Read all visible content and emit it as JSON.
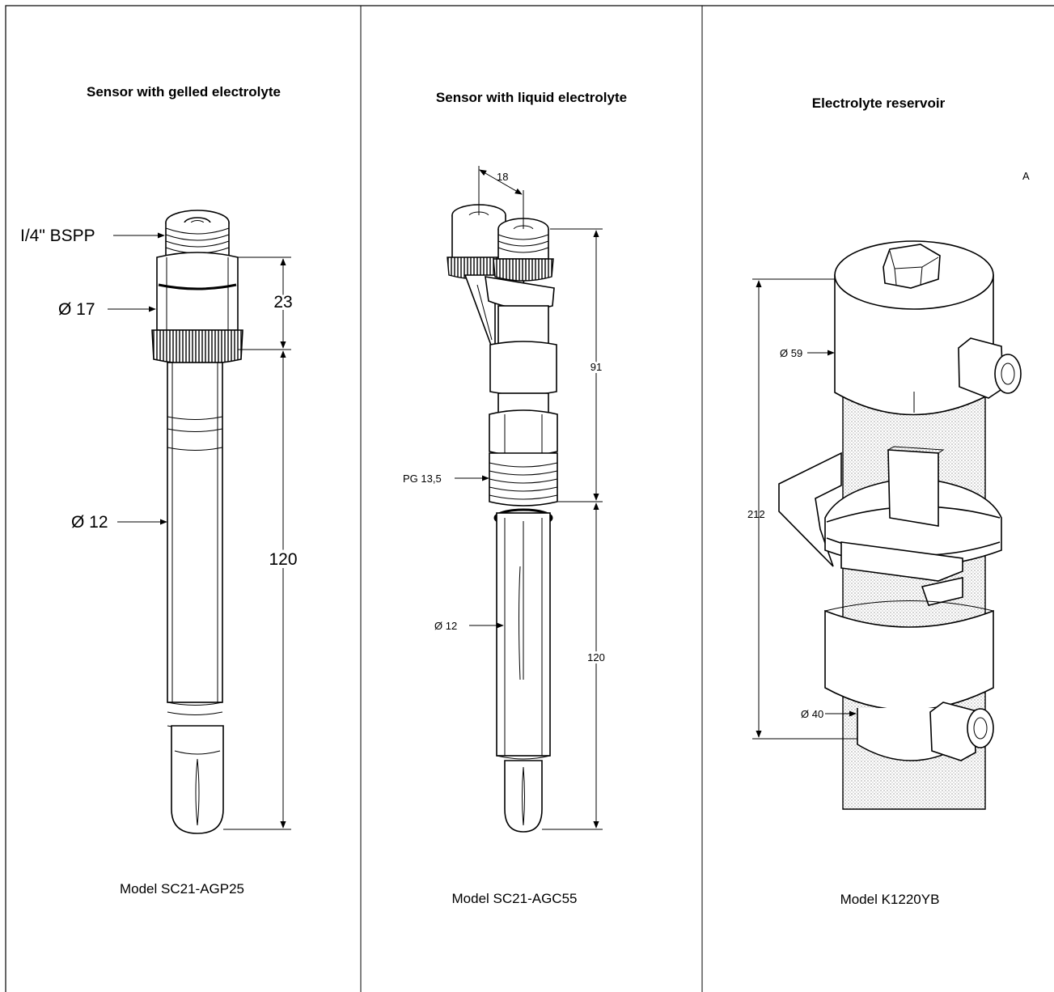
{
  "panels": [
    {
      "title": "Sensor with gelled electrolyte",
      "model": "Model SC21-AGP25",
      "labels": {
        "thread": "I/4\" BSPP",
        "dia_top": "Ø 17",
        "dia_body": "Ø 12",
        "dim_upper": "23",
        "dim_lower": "120"
      }
    },
    {
      "title": "Sensor with liquid electrolyte",
      "model": "Model SC21-AGC55",
      "labels": {
        "spacing": "18",
        "dim_upper": "91",
        "thread": "PG 13,5",
        "dia_body": "Ø 12",
        "dim_lower": "120"
      }
    },
    {
      "title": "Electrolyte reservoir",
      "model": "Model K1220YB",
      "labels": {
        "dia_top": "Ø 59",
        "height": "212",
        "dia_bottom": "Ø 40",
        "corner": "A"
      }
    }
  ],
  "colors": {
    "line": "#000000",
    "background": "#ffffff",
    "mesh": "#cccccc"
  }
}
